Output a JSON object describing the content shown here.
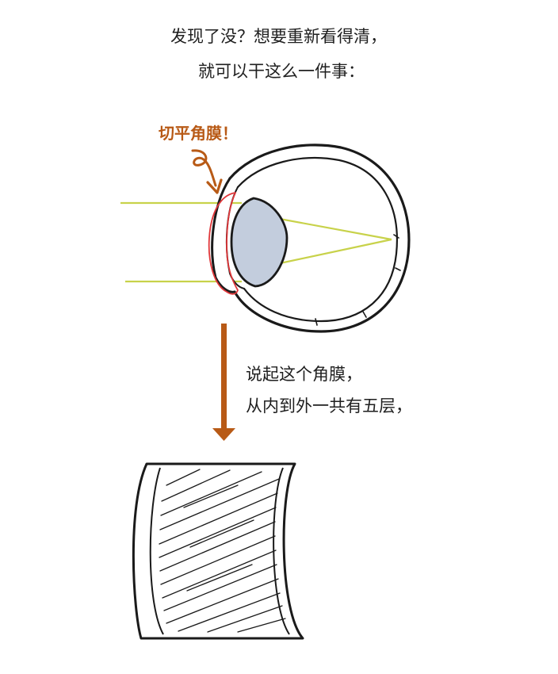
{
  "captions": {
    "top_line_1": "发现了没？想要重新看得清，",
    "top_line_2": "就可以干这么一件事：",
    "annotation": "切平角膜！",
    "side_line_1": "说起这个角膜，",
    "side_line_2": "从内到外一共有五层，"
  },
  "colors": {
    "accent": "#b85a16",
    "light_ray": "#c8d24a",
    "lens": "#c3cddd",
    "cornea_outline": "#e0373a",
    "ink": "#1a1a1a"
  },
  "icons": {
    "eye": "eye-cross-section-illustration",
    "arrow": "down-arrow-icon",
    "curly_arrow": "curly-arrow-icon",
    "cornea": "cornea-layer-illustration"
  }
}
